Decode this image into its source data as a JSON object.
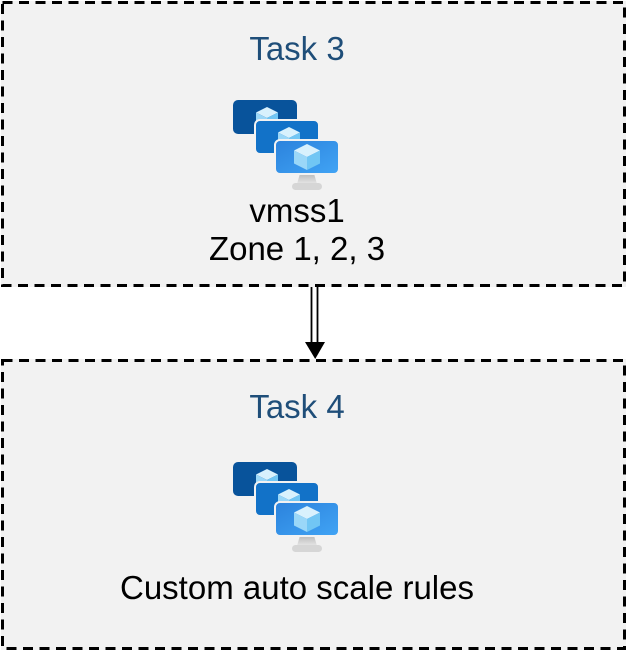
{
  "tasks": [
    {
      "title": "Task 3",
      "icon": "virtual-machine-scale-set",
      "lines": [
        "vmss1",
        "Zone 1, 2, 3"
      ]
    },
    {
      "title": "Task 4",
      "icon": "virtual-machine-scale-set",
      "lines": [
        "Custom auto scale rules"
      ]
    }
  ],
  "connector": {
    "type": "double-line-arrow",
    "direction": "down",
    "from": "Task 3",
    "to": "Task 4"
  },
  "colors": {
    "task_title": "#1F4E79",
    "box_fill": "#F2F2F2",
    "box_border": "#000000",
    "label_text": "#000000",
    "monitor_back": "#08539B",
    "monitor_middle": "#1272C8",
    "monitor_front_gradient": [
      "#2B82DC",
      "#41A4F5"
    ],
    "cube_top": "#D8F1FD",
    "cube_left": "#9AD7F8",
    "cube_right": "#71C6F4",
    "stand_gradient": [
      "#ABABAB",
      "#E6E6E6"
    ]
  }
}
